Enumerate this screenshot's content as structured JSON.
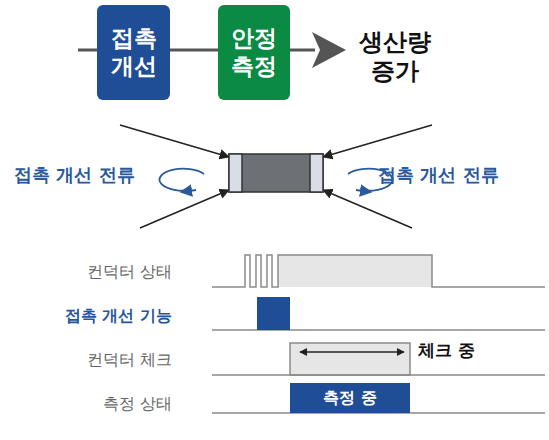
{
  "diagram": {
    "nodes": [
      {
        "text": [
          "접촉 개선"
        ]
      },
      {
        "text": [
          "안정 측정"
        ]
      },
      {
        "text": [
          "측정 중"
        ]
      }
    ],
    "edges": [
      {
        "from": 0,
        "to": 1,
        "arrow": "none"
      }
    ],
    "labels": [
      "생산량 증가",
      "접촉 개선 전류",
      "접촉 개선 전류",
      "컨덕터 상태",
      "접촉 개선 기능",
      "컨덕터 체크",
      "체크 중",
      "측정 상태"
    ]
  }
}
